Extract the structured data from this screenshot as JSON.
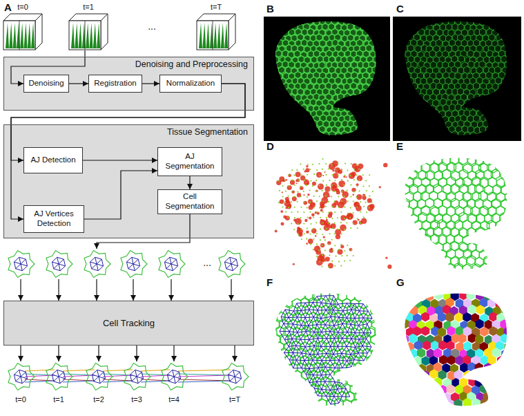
{
  "diagram": {
    "nodes": [
      {
        "text": [
          "Denoising and Preprocessing"
        ]
      },
      {
        "text": [
          "Denoising"
        ],
        "in": 0
      },
      {
        "text": [
          "Registration"
        ],
        "in": 0
      },
      {
        "text": [
          "Normalization"
        ],
        "in": 0
      },
      {
        "text": [
          "Tissue Segmentation"
        ]
      },
      {
        "text": [
          "AJ Detection"
        ],
        "in": 4
      },
      {
        "text": [
          "AJ Segmentation"
        ],
        "in": 4
      },
      {
        "text": [
          "AJ Vertices Detection"
        ],
        "in": 4
      },
      {
        "text": [
          "Cell Segmentation"
        ],
        "in": 4
      },
      {
        "text": [
          "Cell Tracking"
        ]
      }
    ],
    "edges": [
      {
        "from": 1,
        "to": 2,
        "arrow": "to"
      },
      {
        "from": 2,
        "to": 3,
        "arrow": "to"
      },
      {
        "from": 3,
        "to": 5,
        "arrow": "to"
      },
      {
        "from": 3,
        "to": 7,
        "arrow": "to"
      },
      {
        "from": 5,
        "to": 6,
        "arrow": "to"
      },
      {
        "from": 7,
        "to": 6,
        "arrow": "to"
      },
      {
        "from": 6,
        "to": 8,
        "arrow": "to"
      }
    ],
    "labels": [
      "A",
      "t=0",
      "t=1",
      "...",
      "t=T",
      "B",
      "C",
      "...",
      "D",
      "E",
      "F",
      "G",
      "t=0",
      "t=1",
      "t=2",
      "t=3",
      "t=4",
      "t=T"
    ]
  }
}
